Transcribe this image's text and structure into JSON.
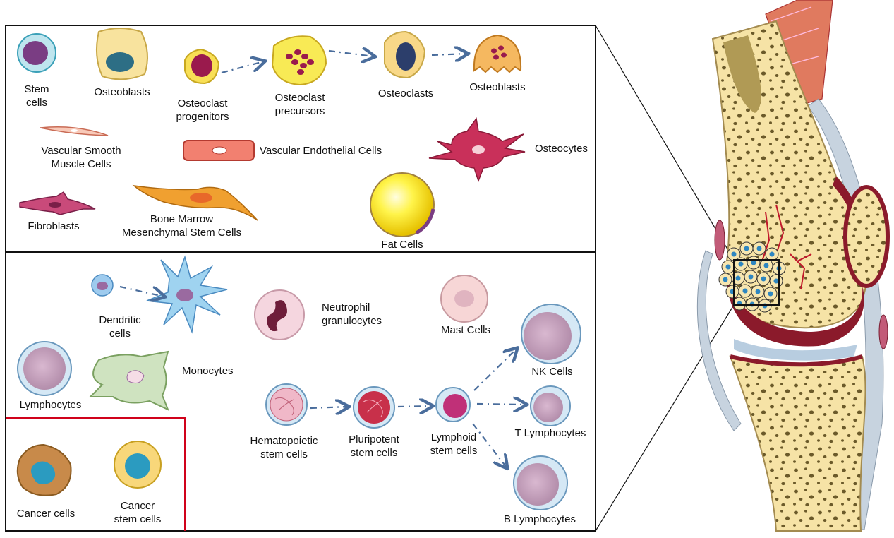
{
  "top_panel": {
    "stem_cells": [
      "Stem",
      "cells"
    ],
    "osteoblasts_1": "Osteoblasts",
    "osteoclast_progenitors": [
      "Osteoclast",
      "progenitors"
    ],
    "osteoclast_precursors": [
      "Osteoclast",
      "precursors"
    ],
    "osteoclasts": "Osteoclasts",
    "osteoblasts_2": "Osteoblasts",
    "vascular_smooth_muscle": [
      "Vascular Smooth",
      "Muscle Cells"
    ],
    "vascular_endothelial": "Vascular Endothelial Cells",
    "osteocytes": "Osteocytes",
    "fibroblasts": "Fibroblasts",
    "bmsc": [
      "Bone Marrow",
      "Mesenchymal Stem Cells"
    ],
    "fat_cells": "Fat Cells"
  },
  "bottom_panel": {
    "dendritic": [
      "Dendritic",
      "cells"
    ],
    "neutrophil": [
      "Neutrophil",
      "granulocytes"
    ],
    "mast": "Mast Cells",
    "monocytes": "Monocytes",
    "lymphocytes": "Lymphocytes",
    "nk": "NK Cells",
    "hematopoietic": [
      "Hematopoietic",
      "stem cells"
    ],
    "pluripotent": [
      "Pluripotent",
      "stem cells"
    ],
    "lymphoid": [
      "Lymphoid",
      "stem cells"
    ],
    "t_lymph": "T Lymphocytes",
    "b_lymph": "B Lymphocytes",
    "cancer_cells": "Cancer cells",
    "cancer_stem": [
      "Cancer",
      "stem cells"
    ]
  },
  "colors": {
    "arrow": "#4a6d9c",
    "panel_border": "#111111",
    "cancer_border": "#d0021b",
    "bone_yellow": "#f6e3a6",
    "cartilage_red": "#8b1a2b"
  }
}
